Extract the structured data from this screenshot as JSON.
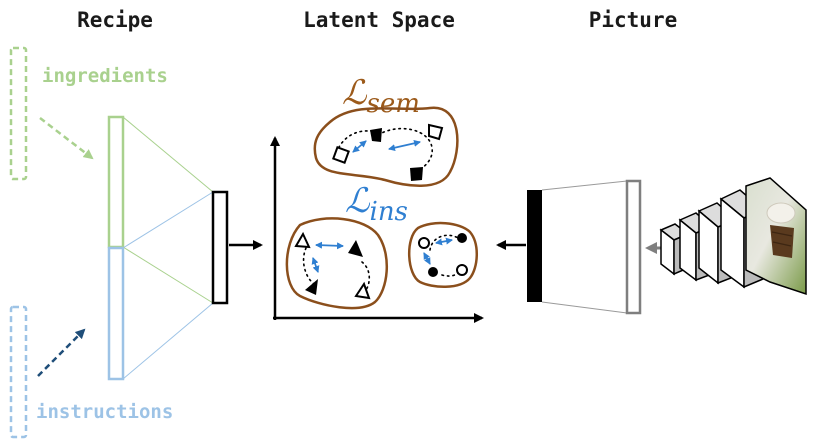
{
  "titles": {
    "recipe": "Recipe",
    "latent_space": "Latent Space",
    "picture": "Picture"
  },
  "inputs": {
    "ingredients": "ingredients",
    "instructions": "instructions"
  },
  "losses": {
    "sem_symbol": "ℒ",
    "sem_subscript": "sem",
    "ins_symbol": "ℒ",
    "ins_subscript": "ins"
  },
  "colors": {
    "ingredients": "#a9d18e",
    "instructions": "#9dc3e6",
    "sem_loss": "#9c5a1a",
    "ins_loss": "#2f7fd1",
    "cluster_outline": "#8b4f1c",
    "pull_arrow": "#2f7fd1"
  }
}
